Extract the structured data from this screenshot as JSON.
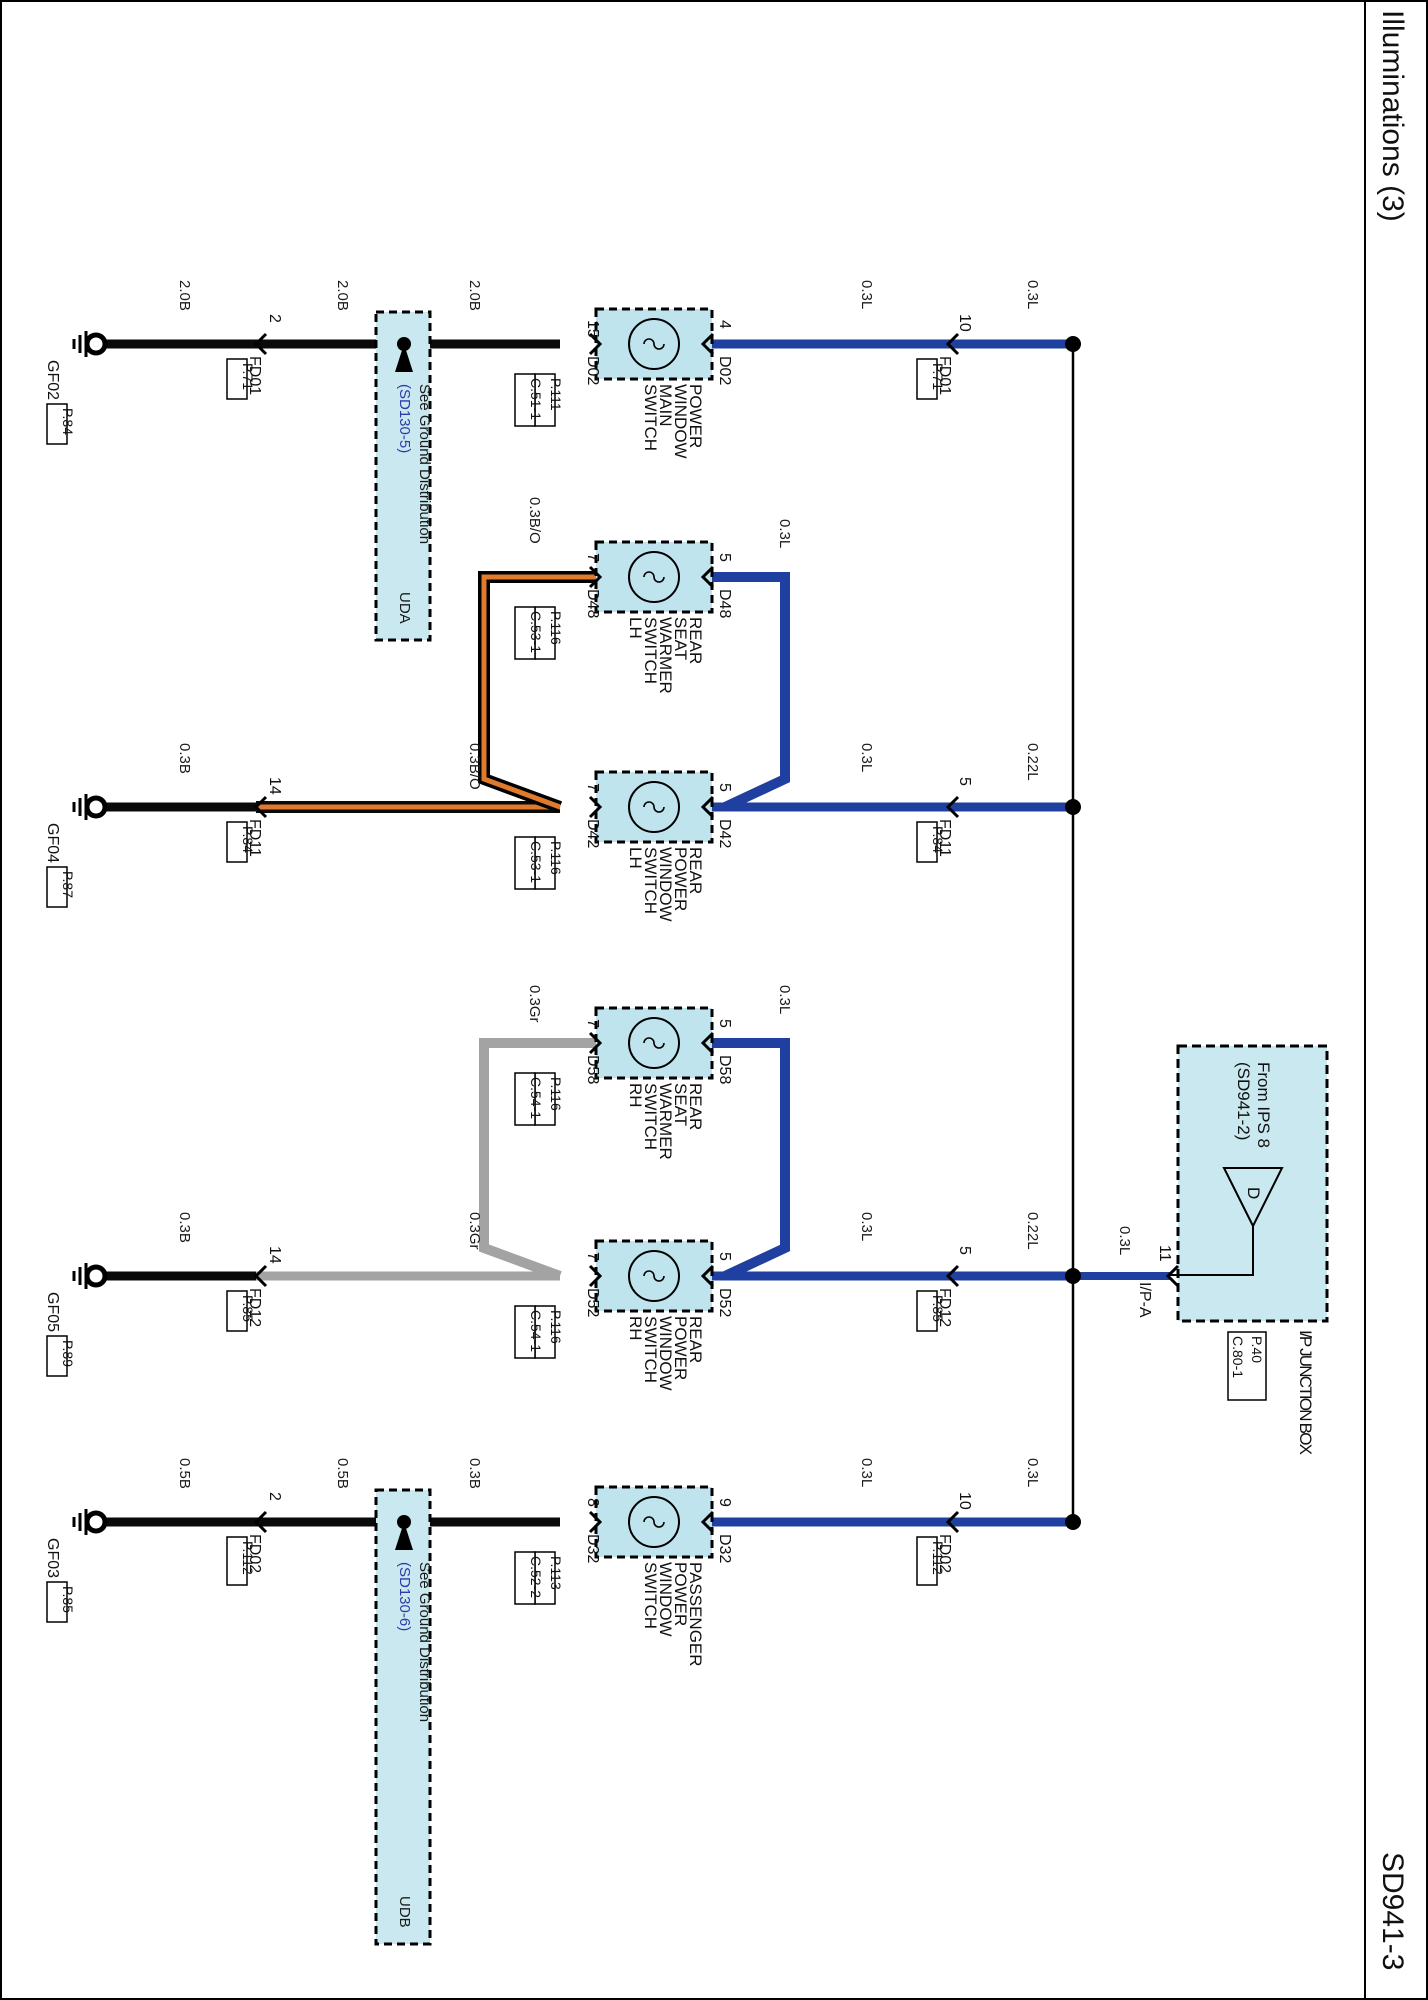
{
  "page": {
    "title": "Illuminations (3)",
    "code": "SD941-3"
  },
  "junction_box": {
    "from_text": "From IPS 8",
    "from_ref": "(SD941-2)",
    "symbol": "D",
    "name": "I/P JUNCTION BOX",
    "page_ref": "P.40",
    "connector_ref": "C.80-1",
    "pin": "11",
    "connector": "I/P-A",
    "wire": "0.3L"
  },
  "colors": {
    "blue": "#1f40a0",
    "black": "#0a0a0a",
    "orange": "#e07a2c",
    "gray": "#a3a3a3",
    "switch_fill": "#bfe4ee"
  },
  "switches": [
    {
      "name": "POWER WINDOW MAIN SWITCH",
      "connector": "D02",
      "page_ref": "P.111",
      "connector_ref": "C.51-1",
      "pin_in": "4",
      "pin_out": "15"
    },
    {
      "name": "REAR SEAT WARMER SWITCH LH",
      "connector": "D48",
      "page_ref": "P.116",
      "connector_ref": "C.53-1",
      "pin_in": "5",
      "pin_out": "7",
      "wire_in": "0.3L",
      "wire_out": "0.3B/O"
    },
    {
      "name": "REAR POWER WINDOW SWITCH LH",
      "connector": "D42",
      "page_ref": "P.116",
      "connector_ref": "C.53-1",
      "pin_in": "5",
      "pin_out": "7"
    },
    {
      "name": "REAR SEAT WARMER SWITCH RH",
      "connector": "D58",
      "page_ref": "P.116",
      "connector_ref": "C.54-1",
      "pin_in": "5",
      "pin_out": "7",
      "wire_in": "0.3L",
      "wire_out": "0.3Gr"
    },
    {
      "name": "REAR POWER WINDOW SWITCH RH",
      "connector": "D52",
      "page_ref": "P.116",
      "connector_ref": "C.54-1",
      "pin_in": "5",
      "pin_out": "7"
    },
    {
      "name": "PASSENGER POWER WINDOW SWITCH",
      "connector": "D32",
      "page_ref": "P.113",
      "connector_ref": "C.52-2",
      "pin_in": "9",
      "pin_out": "8"
    }
  ],
  "circuits": [
    {
      "bus_wire": "0.3L",
      "feed_connector": "FD01",
      "feed_pin": "10",
      "feed_page": "P.71",
      "feed_wire": "0.3L",
      "out_wire": "2.0B",
      "return_connector": "FD01",
      "return_pin": "2",
      "return_page": "P.71",
      "ground_wire": "2.0B",
      "ground": "GF02",
      "ground_page": "P.84"
    },
    {
      "bus_wire": "0.22L",
      "feed_connector": "FD11",
      "feed_pin": "5",
      "feed_page": "P.84",
      "feed_wire": "0.3L",
      "out_wire": "0.3B/O",
      "return_connector": "FD11",
      "return_pin": "14",
      "return_page": "P.84",
      "ground_wire": "0.3B",
      "ground": "GF04",
      "ground_page": "P.87"
    },
    {
      "bus_wire": "0.22L",
      "feed_connector": "FD12",
      "feed_pin": "5",
      "feed_page": "P.85",
      "feed_wire": "0.3L",
      "out_wire": "0.3Gr",
      "return_connector": "FD12",
      "return_pin": "14",
      "return_page": "P.85",
      "ground_wire": "0.3B",
      "ground": "GF05",
      "ground_page": "P.89"
    },
    {
      "bus_wire": "0.3L",
      "feed_connector": "FD02",
      "feed_pin": "10",
      "feed_page": "P.112",
      "feed_wire": "0.3L",
      "out_wire": "0.3B",
      "return_connector": "FD02",
      "return_pin": "2",
      "return_page": "P.112",
      "ground_wire": "0.5B",
      "ground": "GF03",
      "ground_page": "P.85"
    }
  ],
  "ground_distributions": [
    {
      "text": "See Ground Distribution",
      "ref": "(SD130-5)",
      "code": "UDA",
      "mid_wire": "2.0B"
    },
    {
      "text": "See Ground Distribution",
      "ref": "(SD130-6)",
      "code": "UDB",
      "mid_wire": "0.5B"
    }
  ]
}
